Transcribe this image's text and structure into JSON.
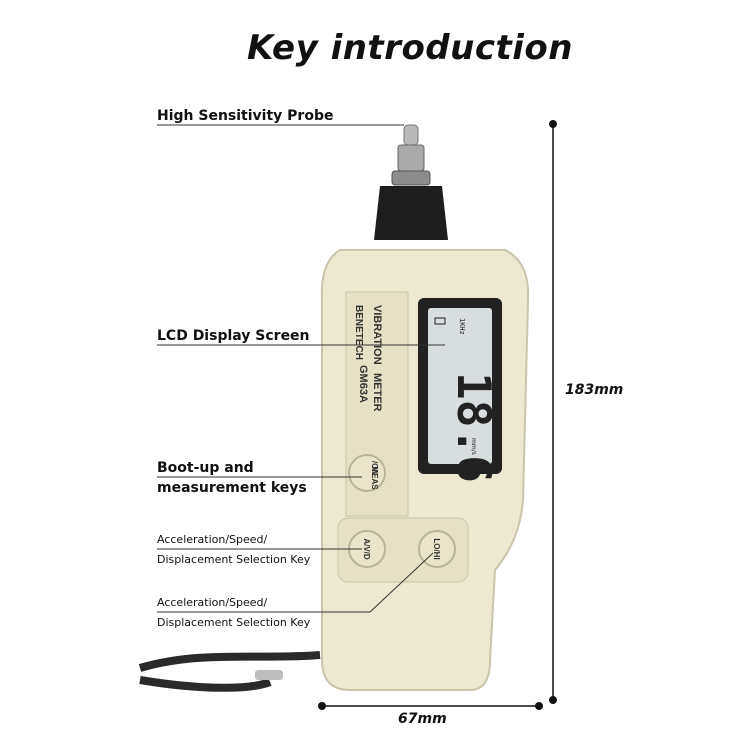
{
  "title": "Key introduction",
  "labels": {
    "probe": "High Sensitivity Probe",
    "lcd": "LCD Display Screen",
    "boot_line1": "Boot-up and",
    "boot_line2": "measurement keys",
    "avd_line1": "Acceleration/Speed/",
    "avd_line2": "Displacement Selection Key",
    "lo_line1": "Acceleration/Speed/",
    "lo_line2": "Displacement Selection Key"
  },
  "dimensions": {
    "height": "183mm",
    "width": "67mm"
  },
  "device": {
    "brand": "BENETECH",
    "model": "GM63A",
    "name_line1": "VIBRATION",
    "name_line2": "METER",
    "lcd_freq": "1KHz",
    "lcd_value": "18.6",
    "lcd_unit": "mm/s",
    "key_meas_line1": "MEAS",
    "key_meas_line2": "/ON",
    "key_avd": "A/V/D",
    "key_lo": "LO/HI"
  },
  "colors": {
    "body": "#ece8d2",
    "panel": "#e6e1c6",
    "lcd_bg": "#d8dde0",
    "bezel": "#222222"
  }
}
